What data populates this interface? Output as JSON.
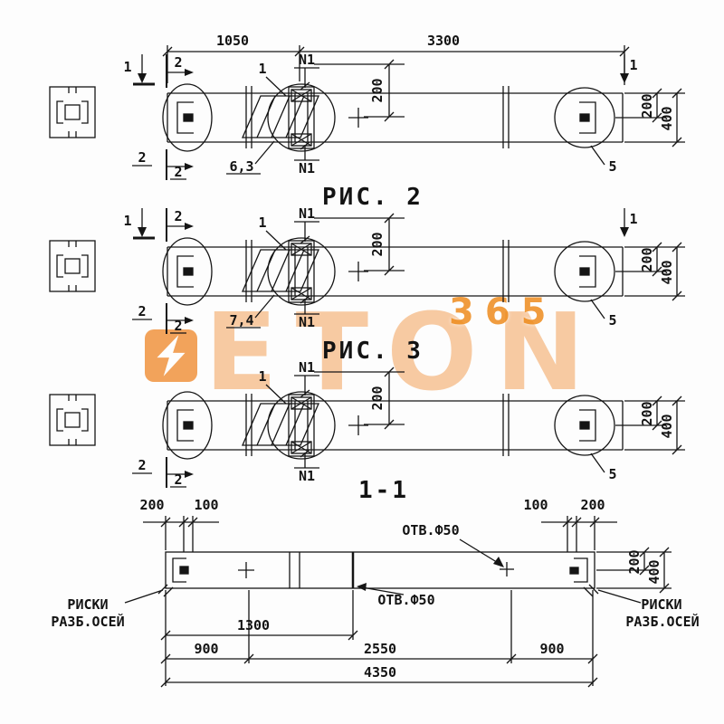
{
  "titles": {
    "fig2": "РИС. 2",
    "fig3": "РИС. 3",
    "section": "1-1"
  },
  "watermark": {
    "brand": "ETON",
    "number": "365"
  },
  "fig1": {
    "dim_1050": "1050",
    "dim_3300": "3300",
    "dim_200_mid": "200",
    "dim_200_right": "200",
    "dim_400_right": "400",
    "sec1_left": "1",
    "sec1_right": "1",
    "sec2_top": "2",
    "sec2_bot_view": "2",
    "sec2_bot": "2",
    "n1_top": "N1",
    "n1_bottom": "N1",
    "leader_detail": "1",
    "weld": "6,3",
    "detail": "5"
  },
  "fig2": {
    "dim_200_mid": "200",
    "dim_200_right": "200",
    "dim_400_right": "400",
    "sec1_left": "1",
    "sec1_right": "1",
    "sec2_top": "2",
    "sec2_bot_view": "2",
    "sec2_bot": "2",
    "n1_top": "N1",
    "n1_bottom": "N1",
    "leader_detail": "1",
    "weld": "7,4",
    "detail": "5"
  },
  "fig3": {
    "dim_200_mid": "200",
    "dim_200_right": "200",
    "dim_400_right": "400",
    "sec2_bot_view": "2",
    "sec2_bot": "2",
    "n1_top": "N1",
    "n1_bottom": "N1",
    "leader_detail": "1",
    "detail": "5"
  },
  "section": {
    "dim_200_tl": "200",
    "dim_100_tl": "100",
    "dim_100_tr": "100",
    "dim_200_tr": "200",
    "dim_200_side": "200",
    "dim_400_side": "400",
    "hole_top": "ОТВ.Ф50",
    "hole_bottom": "ОТВ.Ф50",
    "riski_l1": "РИСКИ",
    "riski_l2": "РАЗБ.ОСЕЙ",
    "riski_r1": "РИСКИ",
    "riski_r2": "РАЗБ.ОСЕЙ",
    "dim_1300": "1300",
    "dim_900_l": "900",
    "dim_2550": "2550",
    "dim_900_r": "900",
    "dim_4350": "4350"
  }
}
